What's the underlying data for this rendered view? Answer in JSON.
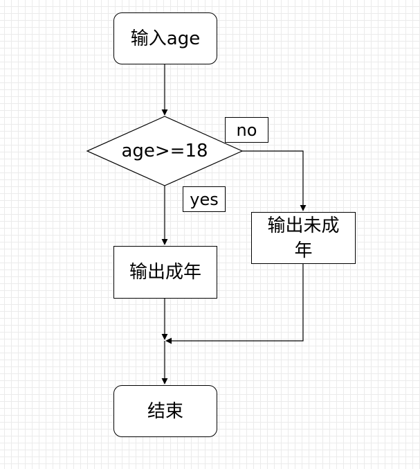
{
  "nodes": {
    "input": "输入age",
    "decision": "age>=18",
    "adult": "输出成年",
    "minor": "输出未成年",
    "end": "结束"
  },
  "edge_labels": {
    "no": "no",
    "yes": "yes"
  },
  "colors": {
    "stroke": "#000000",
    "fill": "#ffffff",
    "grid": "#e0e0e0"
  }
}
